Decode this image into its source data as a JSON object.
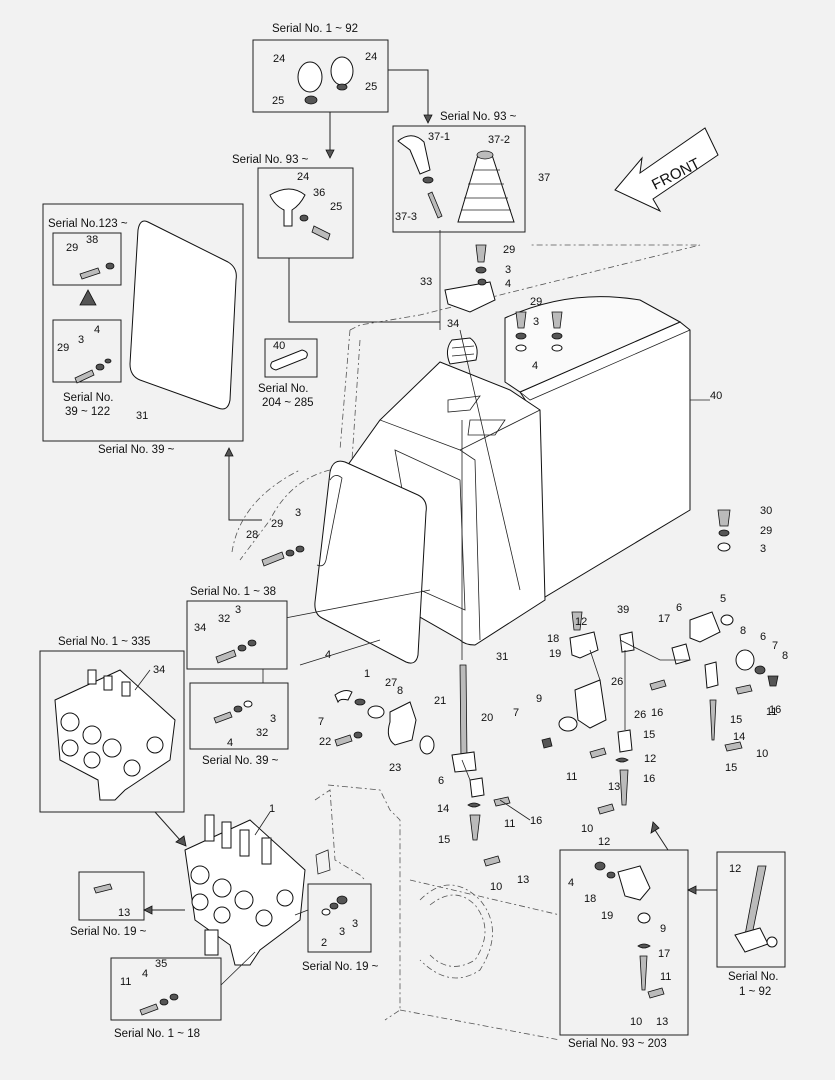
{
  "front_label": "FRONT",
  "captions": {
    "serial_1_92_top": "Serial No. 1 ~ 92",
    "serial_93_knob": "Serial No. 93 ~",
    "serial_93_boot": "Serial No. 93 ~",
    "serial_123": "Serial No.123 ~",
    "serial_39_122_a": "Serial No.",
    "serial_39_122_b": "39 ~ 122",
    "serial_39_door": "Serial No. 39 ~",
    "serial_204_a": "Serial No.",
    "serial_204_b": "204 ~ 285",
    "serial_1_38": "Serial No. 1 ~ 38",
    "serial_39_bolt": "Serial No. 39 ~",
    "serial_1_335": "Serial No. 1 ~ 335",
    "serial_19_left": "Serial No. 19 ~",
    "serial_19_mid": "Serial No. 19 ~",
    "serial_1_18": "Serial No. 1 ~ 18",
    "serial_93_203": "Serial No. 93 ~ 203",
    "serial_1_92_lever_a": "Serial No.",
    "serial_1_92_lever_b": "1 ~ 92"
  },
  "callouts": [
    "24",
    "24",
    "25",
    "25",
    "37-1",
    "37-2",
    "37",
    "37-3",
    "24",
    "36",
    "25",
    "29",
    "38",
    "29",
    "3",
    "4",
    "31",
    "40",
    "29",
    "3",
    "4",
    "33",
    "29",
    "3",
    "4",
    "34",
    "40",
    "28",
    "29",
    "3",
    "4",
    "31",
    "30",
    "29",
    "3",
    "34",
    "32",
    "3",
    "4",
    "32",
    "3",
    "34",
    "1",
    "1",
    "27",
    "8",
    "7",
    "22",
    "21",
    "20",
    "23",
    "6",
    "14",
    "11",
    "16",
    "15",
    "10",
    "13",
    "12",
    "39",
    "18",
    "19",
    "17",
    "6",
    "5",
    "8",
    "6",
    "7",
    "8",
    "26",
    "9",
    "7",
    "26",
    "16",
    "15",
    "11",
    "16",
    "15",
    "14",
    "10",
    "12",
    "11",
    "13",
    "15",
    "16",
    "10",
    "12",
    "13",
    "35",
    "4",
    "3",
    "11",
    "2",
    "3",
    "4",
    "18",
    "19",
    "9",
    "17",
    "11",
    "10",
    "13",
    "12",
    "9"
  ]
}
